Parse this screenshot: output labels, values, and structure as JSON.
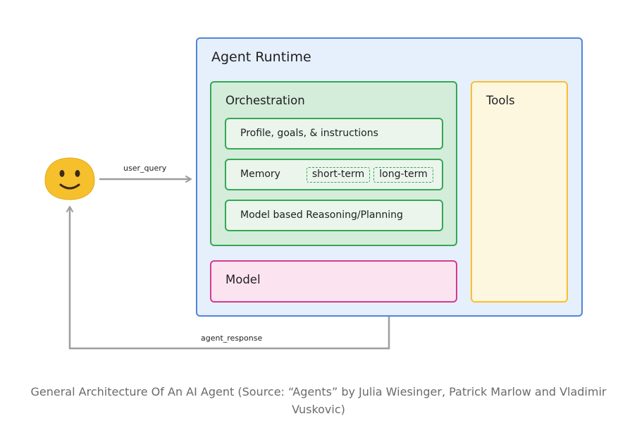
{
  "agent_runtime": {
    "title": "Agent Runtime"
  },
  "orchestration": {
    "title": "Orchestration",
    "profile": "Profile, goals, & instructions",
    "memory": {
      "label": "Memory",
      "short_term": "short-term",
      "long_term": "long-term"
    },
    "reasoning": "Model based Reasoning/Planning"
  },
  "model": {
    "title": "Model"
  },
  "tools": {
    "title": "Tools"
  },
  "edges": {
    "user_query": "user_query",
    "agent_response": "agent_response"
  },
  "user": {
    "icon": "smiley-face-icon",
    "color": "#f6c02d"
  },
  "caption": "General Architecture Of An AI Agent (Source: “Agents” by Julia Wiesinger, Patrick Marlow and Vladimir Vuskovic)",
  "colors": {
    "runtime_border": "#4f86d8",
    "orchestration_border": "#34a853",
    "model_border": "#d23c8e",
    "tools_border": "#f9bf2c",
    "arrow": "#9e9e9e"
  }
}
